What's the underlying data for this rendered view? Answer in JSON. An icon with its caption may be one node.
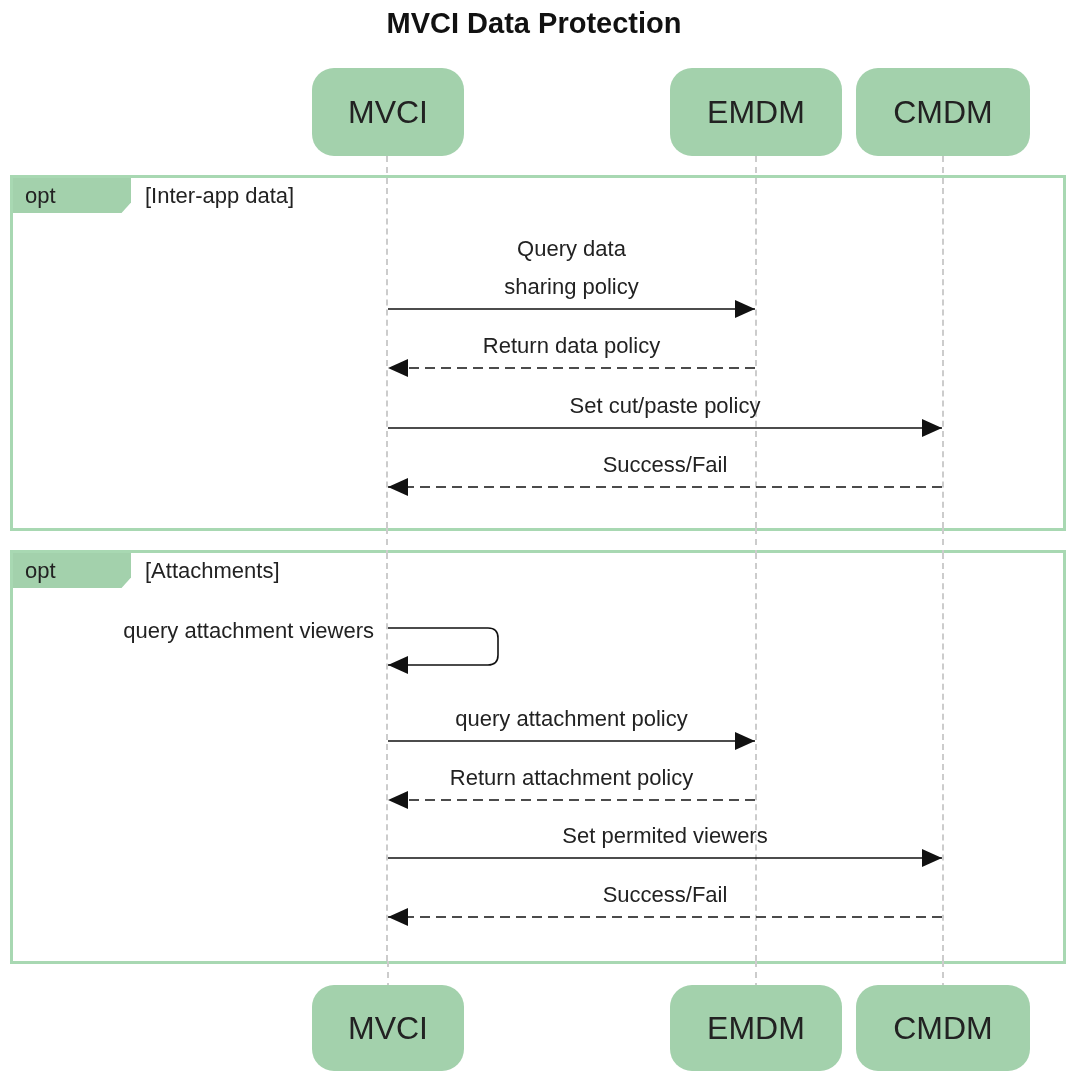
{
  "diagram": {
    "title": "MVCI Data Protection",
    "nodes": [
      {
        "text": [
          "MVCI"
        ]
      },
      {
        "text": [
          "EMDM"
        ]
      },
      {
        "text": [
          "CMDM"
        ]
      },
      {
        "text": [
          "opt",
          "[Inter-app data]"
        ]
      },
      {
        "text": [],
        "shape": "line",
        "in": 3
      },
      {
        "text": [],
        "shape": "line",
        "in": 3
      },
      {
        "text": [],
        "shape": "line",
        "in": 3
      },
      {
        "text": [
          "opt",
          "[Attachments]"
        ]
      },
      {
        "text": [],
        "shape": "line",
        "in": 7
      },
      {
        "text": [],
        "shape": "line",
        "in": 7
      },
      {
        "text": [],
        "shape": "line",
        "in": 7
      },
      {
        "text": [
          "MVCI"
        ]
      },
      {
        "text": [
          "EMDM"
        ]
      },
      {
        "text": [
          "CMDM"
        ]
      }
    ],
    "edges": [
      {
        "from": 4,
        "to": 5,
        "label": "Query data sharing policy",
        "arrow": "to"
      },
      {
        "from": 5,
        "to": 4,
        "label": "Return data policy",
        "arrow": "to",
        "style": "dashed"
      },
      {
        "from": 4,
        "to": 6,
        "label": "Set cut/paste policy",
        "arrow": "to"
      },
      {
        "from": 6,
        "to": 4,
        "label": "Success/Fail",
        "arrow": "to",
        "style": "dashed"
      },
      {
        "from": 8,
        "to": 8,
        "label": "query attachment viewers",
        "arrow": "to"
      },
      {
        "from": 8,
        "to": 9,
        "label": "query attachment policy",
        "arrow": "to"
      },
      {
        "from": 9,
        "to": 8,
        "label": "Return attachment policy",
        "arrow": "to",
        "style": "dashed"
      },
      {
        "from": 8,
        "to": 10,
        "label": "Set permited viewers",
        "arrow": "to"
      },
      {
        "from": 10,
        "to": 8,
        "label": "Success/Fail",
        "arrow": "to",
        "style": "dashed"
      },
      {
        "from": 0,
        "to": 4,
        "arrow": "none",
        "style": "dashed",
        "color": "#cccccc"
      },
      {
        "from": 4,
        "to": 8,
        "arrow": "none",
        "style": "dashed",
        "color": "#cccccc"
      },
      {
        "from": 8,
        "to": 11,
        "arrow": "none",
        "style": "dashed",
        "color": "#cccccc"
      },
      {
        "from": 1,
        "to": 5,
        "arrow": "none",
        "style": "dashed",
        "color": "#cccccc"
      },
      {
        "from": 5,
        "to": 9,
        "arrow": "none",
        "style": "dashed",
        "color": "#cccccc"
      },
      {
        "from": 9,
        "to": 12,
        "arrow": "none",
        "style": "dashed",
        "color": "#cccccc"
      },
      {
        "from": 2,
        "to": 6,
        "arrow": "none",
        "style": "dashed",
        "color": "#cccccc"
      },
      {
        "from": 6,
        "to": 10,
        "arrow": "none",
        "style": "dashed",
        "color": "#cccccc"
      },
      {
        "from": 10,
        "to": 13,
        "arrow": "none",
        "style": "dashed",
        "color": "#cccccc"
      }
    ]
  }
}
